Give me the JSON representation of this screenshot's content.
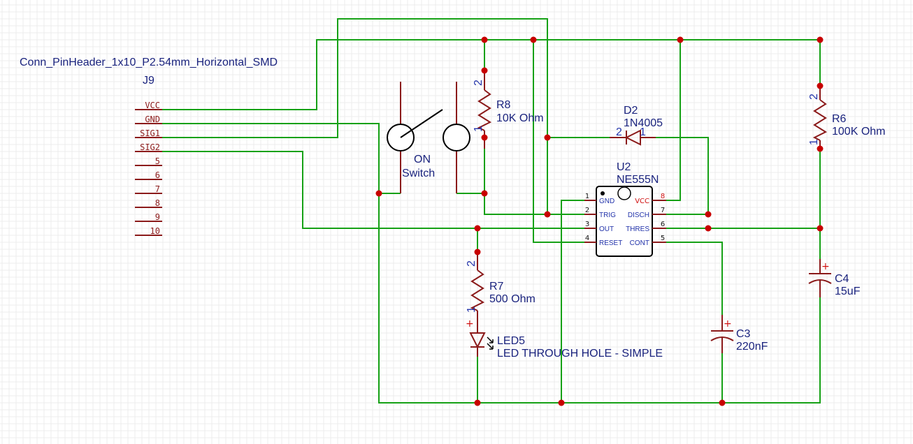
{
  "schematic": {
    "j9": {
      "footprint": "Conn_PinHeader_1x10_P2.54mm_Horizontal_SMD",
      "ref": "J9",
      "pins": [
        "VCC",
        "GND",
        "SIG1",
        "SIG2",
        "5",
        "6",
        "7",
        "8",
        "9",
        "10"
      ]
    },
    "switch": {
      "ref": "ON",
      "value": "Switch"
    },
    "r8": {
      "ref": "R8",
      "value": "10K Ohm",
      "pin1": "1",
      "pin2": "2"
    },
    "d2": {
      "ref": "D2",
      "value": "1N4005",
      "pin1": "1",
      "pin2": "2"
    },
    "r6": {
      "ref": "R6",
      "value": "100K Ohm",
      "pin1": "1",
      "pin2": "2"
    },
    "u2": {
      "ref": "U2",
      "value": "NE555N",
      "left_pins": [
        {
          "num": "1",
          "name": "GND"
        },
        {
          "num": "2",
          "name": "TRIG"
        },
        {
          "num": "3",
          "name": "OUT"
        },
        {
          "num": "4",
          "name": "RESET"
        }
      ],
      "right_pins": [
        {
          "num": "8",
          "name": "VCC"
        },
        {
          "num": "7",
          "name": "DISCH"
        },
        {
          "num": "6",
          "name": "THRES"
        },
        {
          "num": "5",
          "name": "CONT"
        }
      ]
    },
    "r7": {
      "ref": "R7",
      "value": "500 Ohm",
      "pin1": "1",
      "pin2": "2"
    },
    "led5": {
      "ref": "LED5",
      "value": "LED THROUGH HOLE - SIMPLE",
      "plus": "+"
    },
    "c3": {
      "ref": "C3",
      "value": "220nF",
      "plus": "+"
    },
    "c4": {
      "ref": "C4",
      "value": "15uF",
      "plus": "+"
    }
  },
  "colors": {
    "wire": "#16a116",
    "junction": "#c80000",
    "component": "#8b1a1a",
    "label": "#1a237e"
  }
}
